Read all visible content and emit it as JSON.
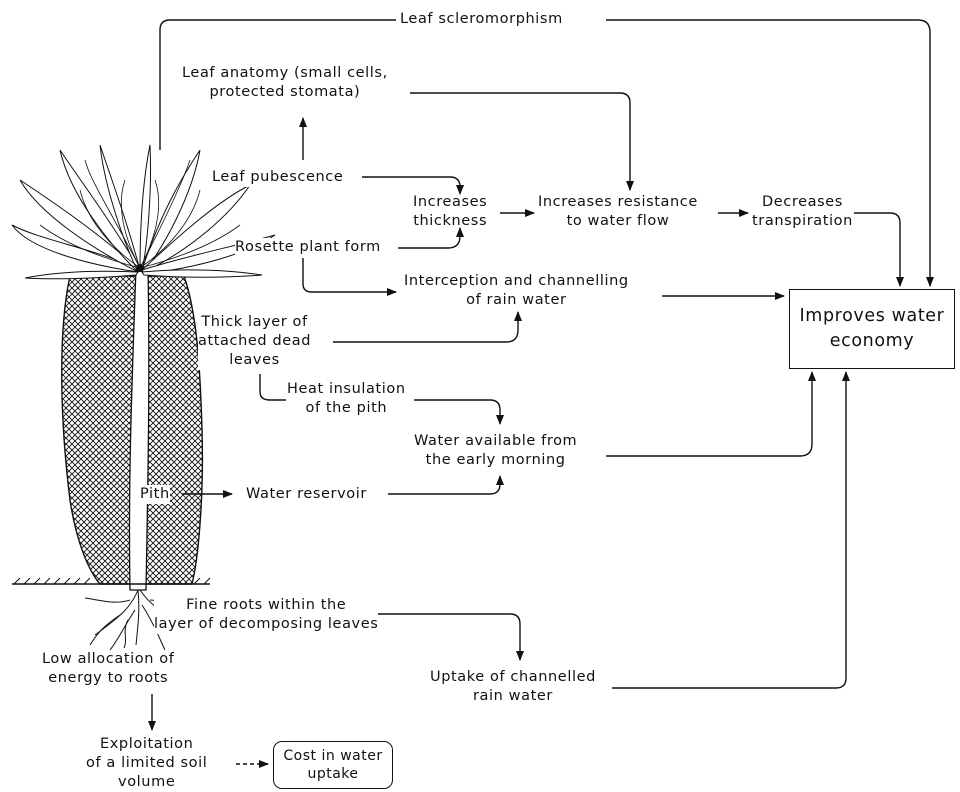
{
  "diagram": {
    "labels": {
      "leaf_scleromorphism": "Leaf scleromorphism",
      "leaf_anatomy": [
        "Leaf anatomy (small cells,",
        "protected stomata)"
      ],
      "leaf_pubescence": "Leaf pubescence",
      "increases_thickness": [
        "Increases",
        "thickness"
      ],
      "increases_resistance": [
        "Increases resistance",
        "to water flow"
      ],
      "decreases_transpiration": [
        "Decreases",
        "transpiration"
      ],
      "rosette_plant_form": "Rosette plant form",
      "interception": [
        "Interception and channelling",
        "of rain water"
      ],
      "thick_layer": [
        "Thick layer of",
        "attached dead",
        "leaves"
      ],
      "heat_insulation": [
        "Heat insulation",
        "of the pith"
      ],
      "water_available": [
        "Water available from",
        "the early morning"
      ],
      "pith": "Pith",
      "water_reservoir": "Water reservoir",
      "fine_roots": [
        "Fine roots within the",
        "layer of decomposing leaves"
      ],
      "low_allocation": [
        "Low allocation of",
        "energy to roots"
      ],
      "uptake": [
        "Uptake of channelled",
        "rain water"
      ],
      "exploitation": [
        "Exploitation",
        "of a limited soil",
        "volume"
      ]
    },
    "boxes": {
      "improves_water_economy": [
        "Improves water",
        "economy"
      ],
      "cost_in_water_uptake": [
        "Cost in water",
        "uptake"
      ]
    },
    "plant_illustration": "rosette-plant-icon"
  }
}
